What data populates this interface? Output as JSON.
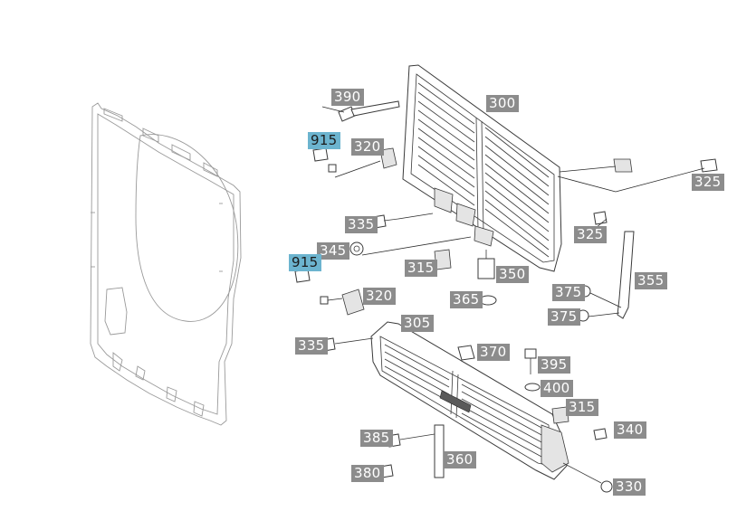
{
  "callouts": [
    {
      "id": "c390",
      "text": "390",
      "style": "std"
    },
    {
      "id": "c300",
      "text": "300",
      "style": "std"
    },
    {
      "id": "c915a",
      "text": "915",
      "style": "hl"
    },
    {
      "id": "c320a",
      "text": "320",
      "style": "std"
    },
    {
      "id": "c325a",
      "text": "325",
      "style": "std"
    },
    {
      "id": "c335a",
      "text": "335",
      "style": "std"
    },
    {
      "id": "c325b",
      "text": "325",
      "style": "std"
    },
    {
      "id": "c345",
      "text": "345",
      "style": "std"
    },
    {
      "id": "c915b",
      "text": "915",
      "style": "hl"
    },
    {
      "id": "c315a",
      "text": "315",
      "style": "std"
    },
    {
      "id": "c350",
      "text": "350",
      "style": "std"
    },
    {
      "id": "c355",
      "text": "355",
      "style": "std"
    },
    {
      "id": "c320b",
      "text": "320",
      "style": "std"
    },
    {
      "id": "c365",
      "text": "365",
      "style": "std"
    },
    {
      "id": "c375a",
      "text": "375",
      "style": "std"
    },
    {
      "id": "c375b",
      "text": "375",
      "style": "std"
    },
    {
      "id": "c305",
      "text": "305",
      "style": "std"
    },
    {
      "id": "c335b",
      "text": "335",
      "style": "std"
    },
    {
      "id": "c370",
      "text": "370",
      "style": "std"
    },
    {
      "id": "c395",
      "text": "395",
      "style": "std"
    },
    {
      "id": "c400",
      "text": "400",
      "style": "std"
    },
    {
      "id": "c315b",
      "text": "315",
      "style": "std"
    },
    {
      "id": "c340",
      "text": "340",
      "style": "std"
    },
    {
      "id": "c385",
      "text": "385",
      "style": "std"
    },
    {
      "id": "c360",
      "text": "360",
      "style": "std"
    },
    {
      "id": "c380",
      "text": "380",
      "style": "std"
    },
    {
      "id": "c330",
      "text": "330",
      "style": "std"
    }
  ]
}
